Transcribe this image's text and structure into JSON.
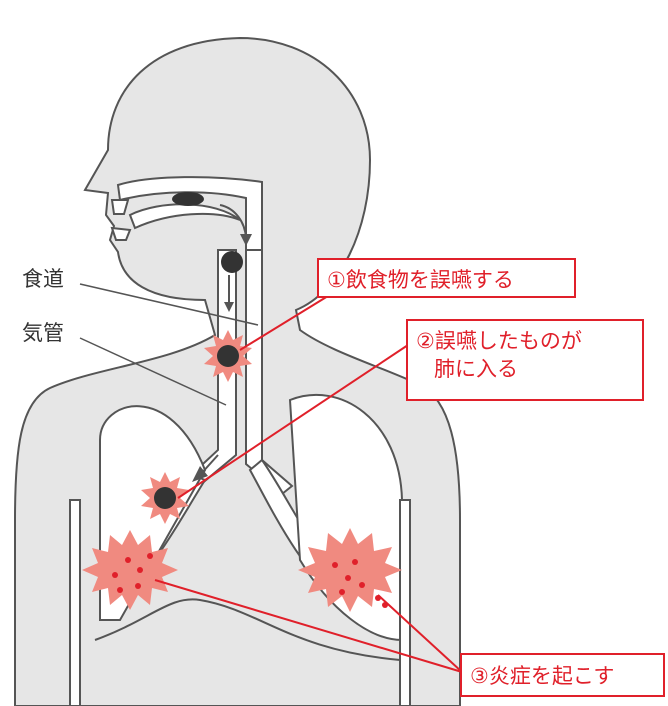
{
  "labels": {
    "esophagus": "食道",
    "trachea": "気管"
  },
  "callouts": {
    "step1": "①飲食物を誤嚥する",
    "step2_line1": "②誤嚥したものが",
    "step2_line2": "肺に入る",
    "step3": "③炎症を起こす"
  },
  "colors": {
    "body_fill": "#e6e6e6",
    "outline": "#555555",
    "accent": "#e0202a",
    "inflammation": "#f08a80",
    "particle": "#333333"
  }
}
